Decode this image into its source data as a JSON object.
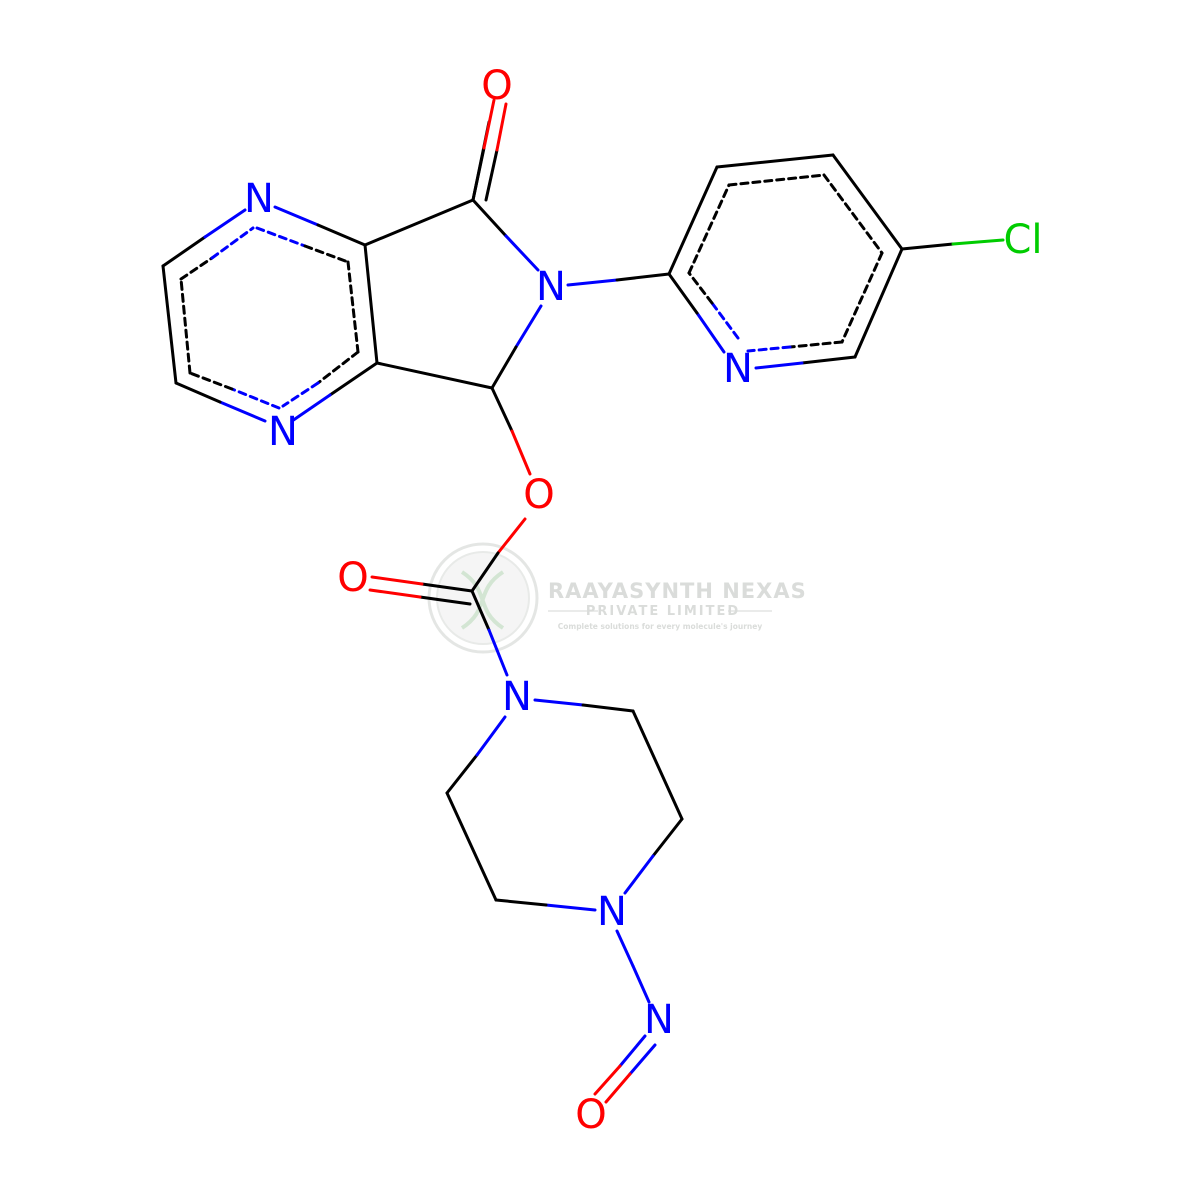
{
  "colors": {
    "carbon_bond": "#000000",
    "nitrogen": "#0000ff",
    "oxygen": "#ff0000",
    "chlorine": "#00cc00",
    "watermark": "#d6d9d6"
  },
  "atoms": {
    "o_ketone": "O",
    "n_pyrazine_top": "N",
    "n_pyrazine_bottom": "N",
    "n_lactam": "N",
    "n_pyridine": "N",
    "cl": "Cl",
    "o_ester": "O",
    "o_carbonyl": "O",
    "n_piperazine_top": "N",
    "n_piperazine_bottom": "N",
    "n_nitroso": "N",
    "o_nitroso": "O"
  },
  "watermark": {
    "title": "RAAYASYNTH NEXAS",
    "subtitle": "PRIVATE LIMITED",
    "tagline": "Complete solutions for every molecule's journey"
  }
}
